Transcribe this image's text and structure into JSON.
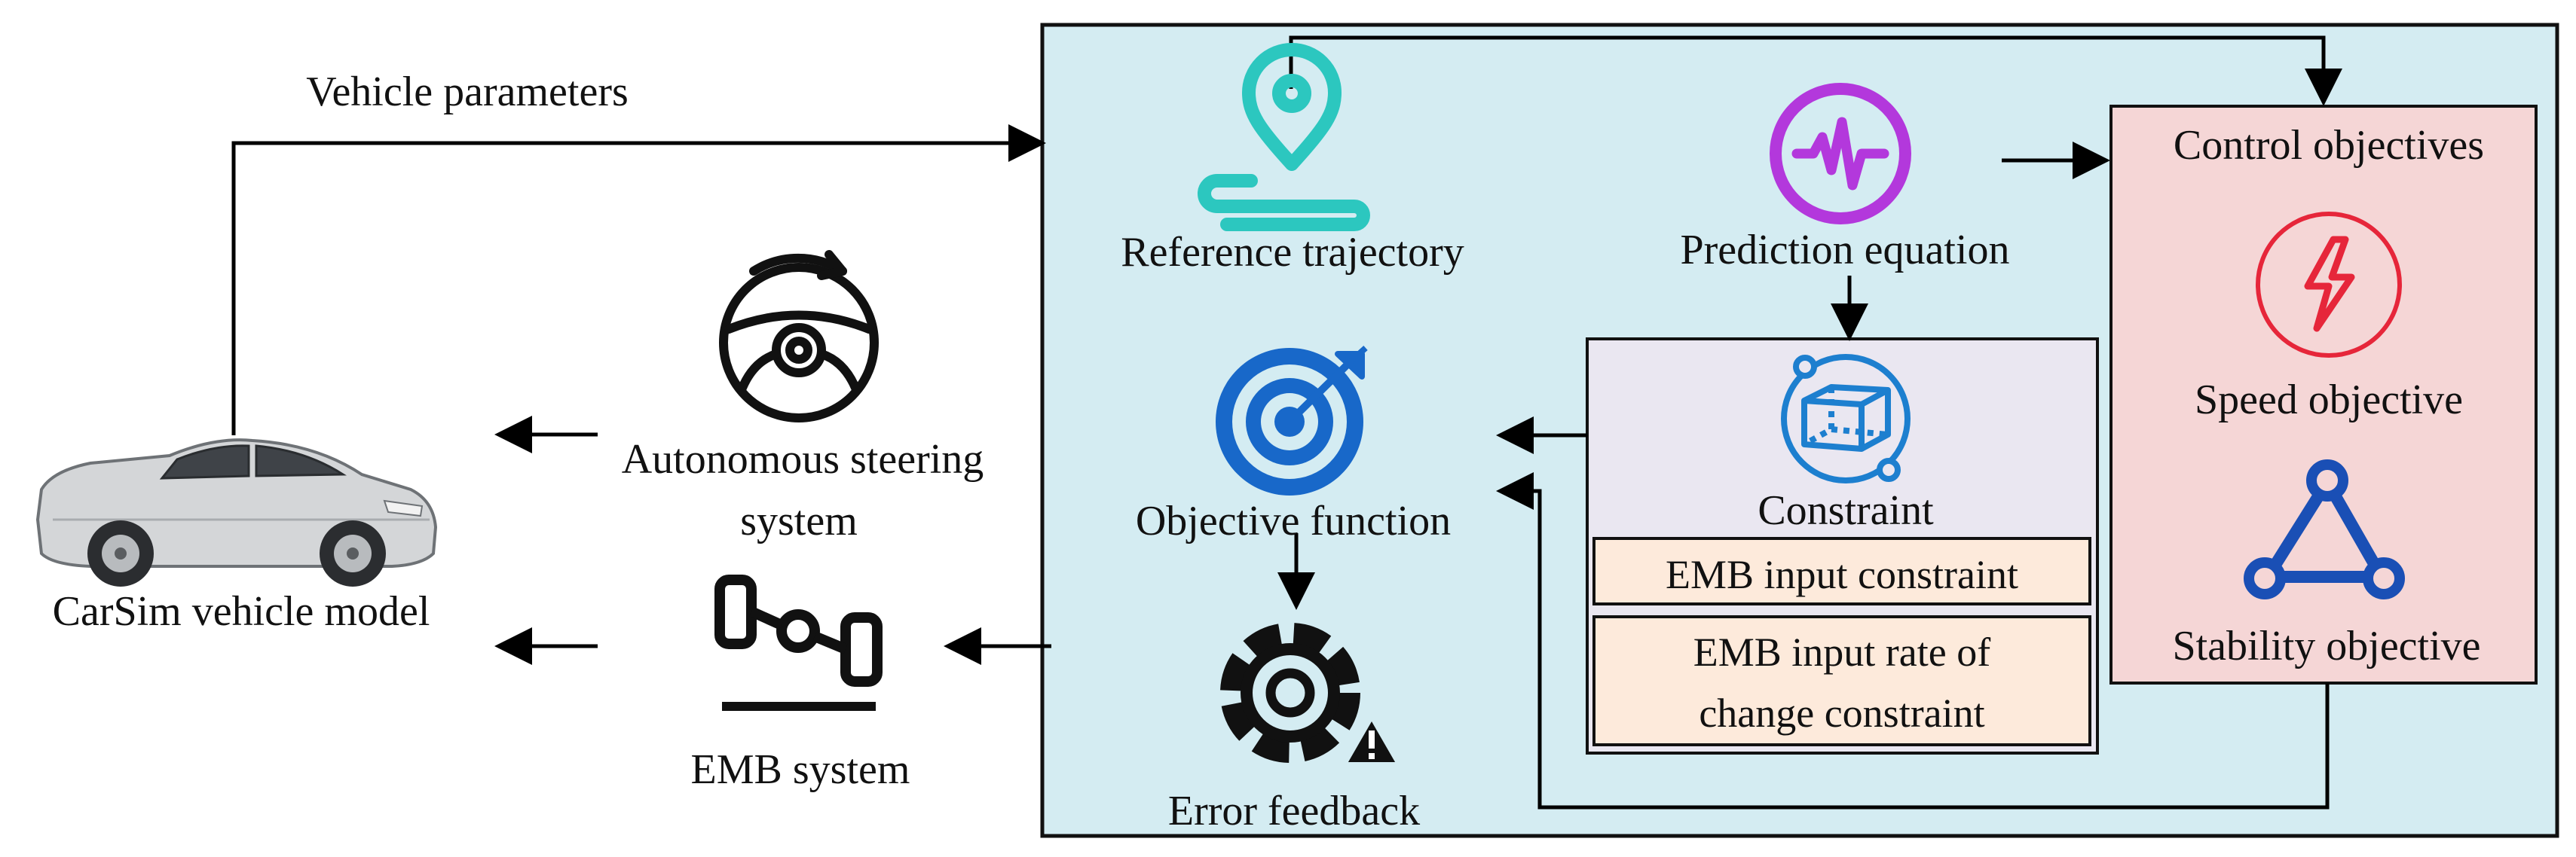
{
  "labels": {
    "vehicle_parameters": "Vehicle parameters",
    "reference_trajectory": "Reference trajectory",
    "prediction_equation": "Prediction equation",
    "control_objectives": "Control objectives",
    "speed_objective": "Speed objective",
    "stability_objective": "Stability objective",
    "objective_function": "Objective function",
    "constraint": "Constraint",
    "emb_input_constraint": "EMB input constraint",
    "emb_rate_line1": "EMB input rate of",
    "emb_rate_line2": "change constraint",
    "error_feedback": "Error feedback",
    "steering_line1": "Autonomous steering",
    "steering_line2": "system",
    "emb_system": "EMB system",
    "carsim_model": "CarSim vehicle model"
  },
  "icons": [
    "location-pin-icon",
    "waveform-icon",
    "target-icon",
    "cube-icon",
    "gear-warning-icon",
    "lightning-icon",
    "triangle-network-icon",
    "steering-wheel-icon",
    "brake-axle-icon",
    "car-icon"
  ],
  "colors": {
    "mpc_panel": "#d4ecf2",
    "control_objectives_panel": "#f5d6d6",
    "constraint_panel": "#eae7f1",
    "constraint_item": "#fdeadb",
    "pin_icon": "#2cc7bf",
    "waveform_icon": "#b338dc",
    "target_icon": "#1868c9",
    "cube_icon": "#1d7fcf",
    "lightning_icon": "#e6263a",
    "triangle_icon": "#1a4fb5"
  }
}
